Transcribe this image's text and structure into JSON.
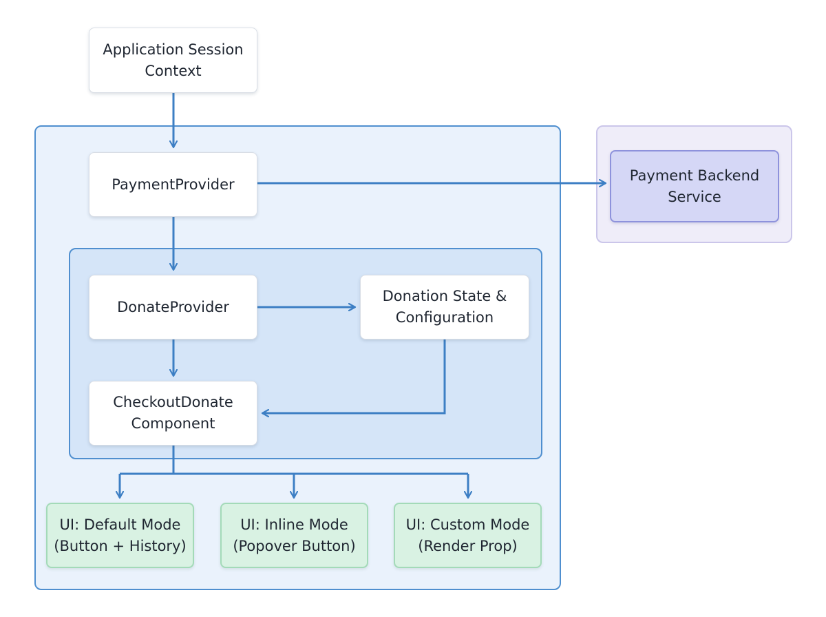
{
  "nodes": {
    "app_session": "Application Session\nContext",
    "payment_provider": "PaymentProvider",
    "payment_backend": "Payment Backend\nService",
    "donate_provider": "DonateProvider",
    "donation_state": "Donation State &\nConfiguration",
    "checkout_component": "CheckoutDonate\nComponent",
    "ui_default": "UI: Default Mode\n(Button + History)",
    "ui_inline": "UI: Inline Mode\n(Popover Button)",
    "ui_custom": "UI: Custom Mode\n(Render Prop)"
  },
  "colors": {
    "edge": "#3d7fc4",
    "group_blue": "#4f8fcf",
    "node_green": "#d9f2e3",
    "node_purple": "#d5d7f6"
  }
}
